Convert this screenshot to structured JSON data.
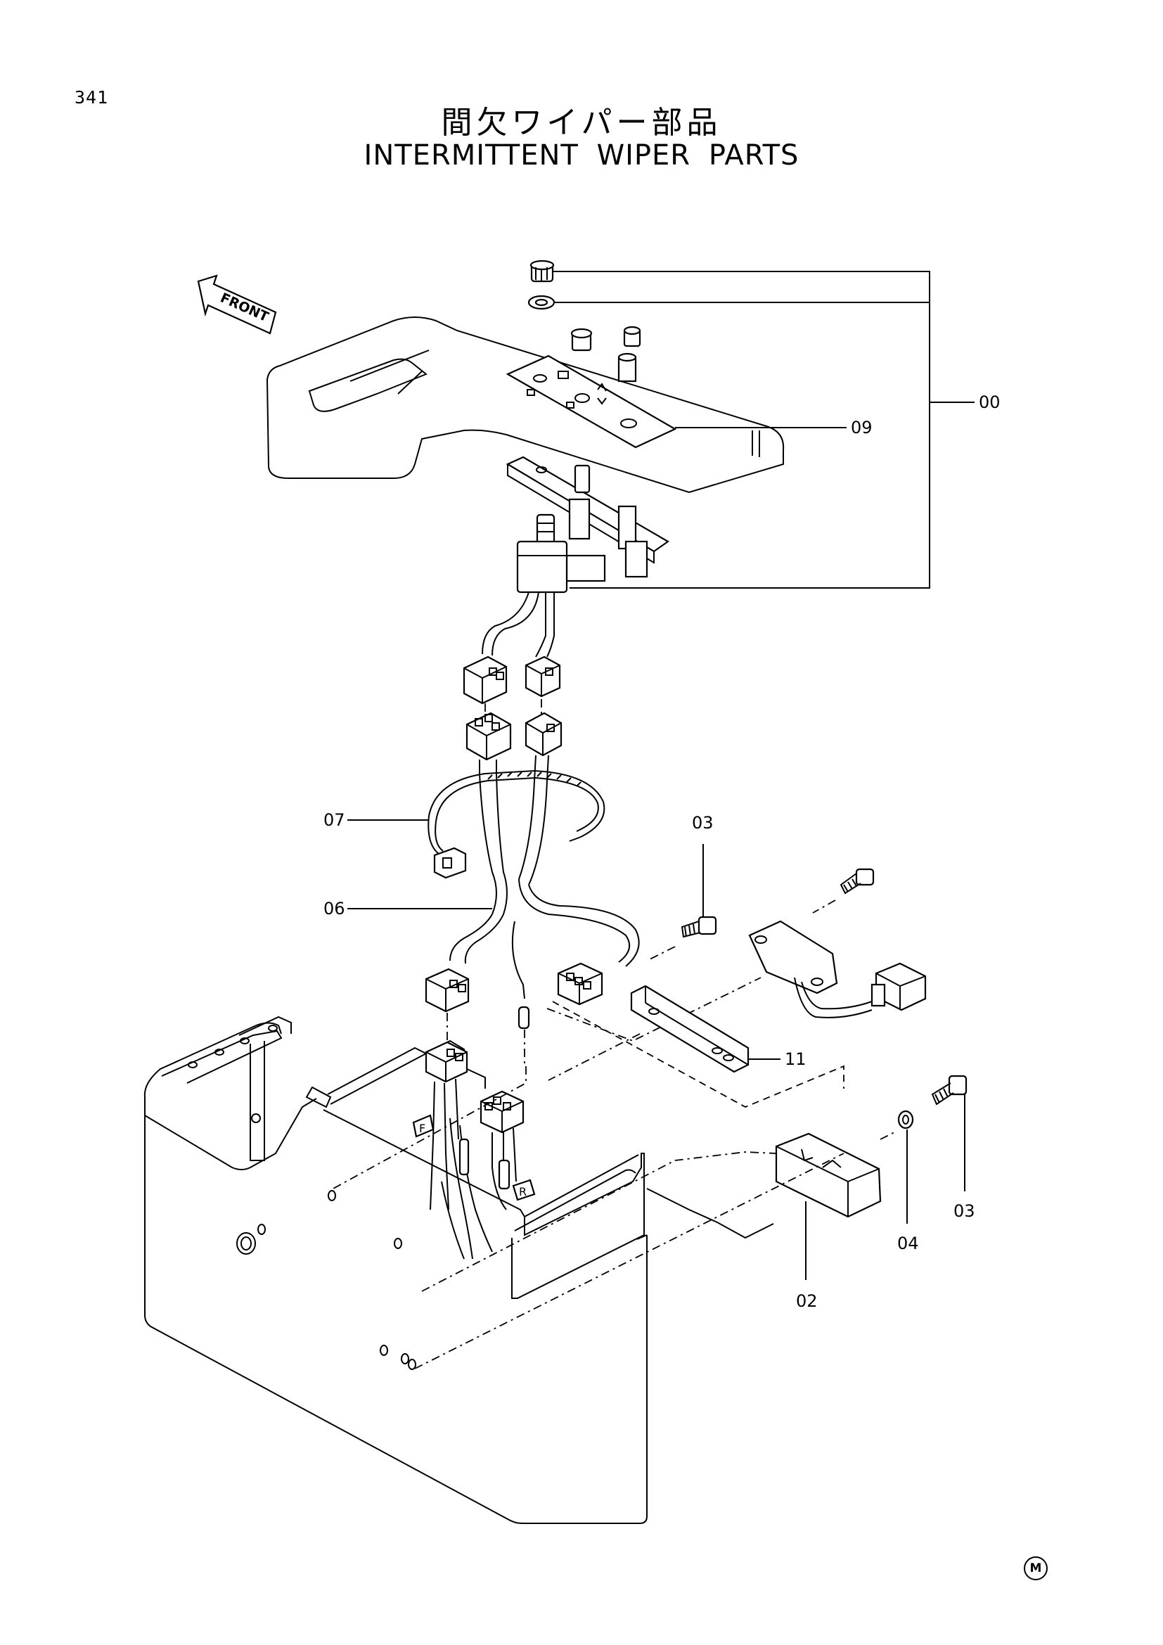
{
  "header": {
    "page_number": "341",
    "title_jp": "間欠ワイパー部品",
    "title_en": "INTERMITTENT WIPER PARTS"
  },
  "direction_arrow": {
    "label": "FRONT"
  },
  "callouts": {
    "c00": "00",
    "c09": "09",
    "c07": "07",
    "c03_top": "03",
    "c06": "06",
    "c11": "11",
    "c04": "04",
    "c03_right": "03",
    "c02": "02"
  },
  "connector_tags": {
    "front": "F",
    "rear": "R"
  },
  "footer": {
    "mark": "M"
  }
}
